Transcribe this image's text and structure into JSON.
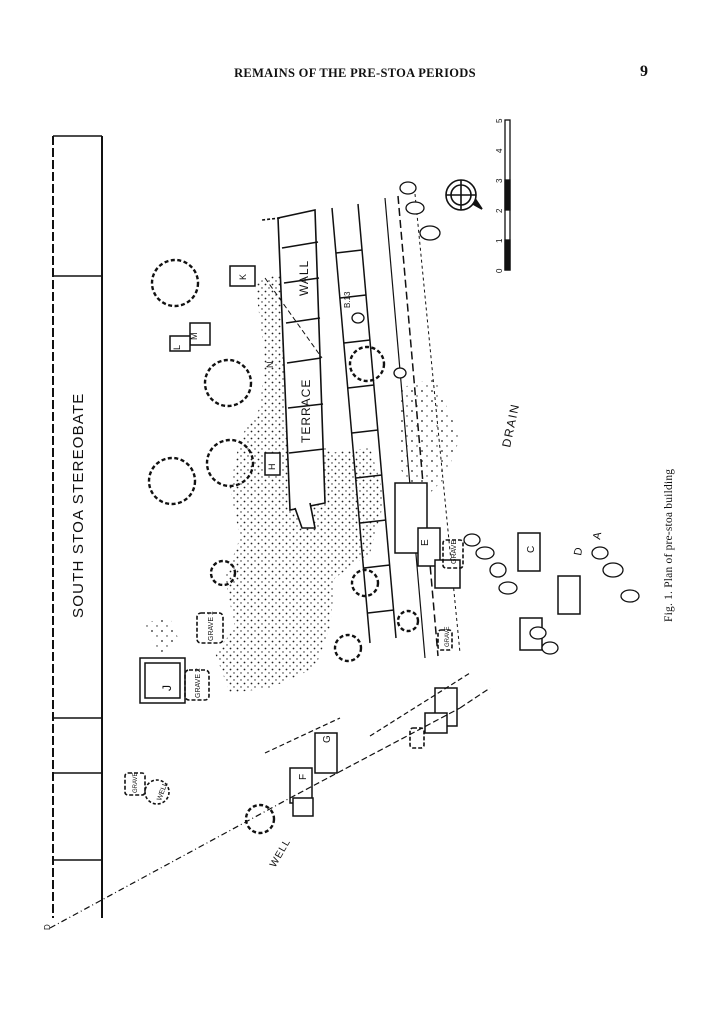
{
  "header": {
    "running_title": "REMAINS OF THE PRE-STOA PERIODS",
    "page_number": "9"
  },
  "plan": {
    "stereobate_label": "SOUTH STOA STEREOBATE",
    "terrace_label": "TERRACE",
    "wall_label": "WALL",
    "drain_label": "DRAIN",
    "well_label": "WELL",
    "small_well_label": "WELL",
    "grave_1": "GRAVE 1",
    "grave_2": "GRAVE 2",
    "grave_3": "GRAVE",
    "grave_label_4": "GRAVE",
    "small_grave_label": "GRAVE",
    "point_a": "A",
    "point_d": "D",
    "room_c": "C",
    "room_e": "E",
    "room_f": "F",
    "room_g": "G",
    "room_h": "H",
    "room_k": "K",
    "room_l": "L",
    "room_m": "M",
    "room_n": "N",
    "room_j": "J",
    "elevation_mark": "B.13",
    "end_mark": "D",
    "scale_ticks": [
      "0",
      "1",
      "2",
      "3",
      "4",
      "5"
    ]
  },
  "caption": "Fig. 1. Plan of pre-stoa building"
}
